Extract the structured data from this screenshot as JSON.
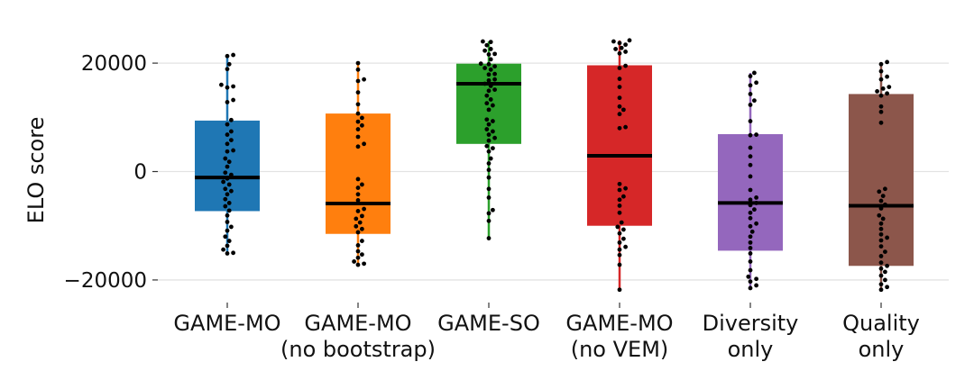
{
  "chart_data": {
    "type": "box",
    "title": "",
    "xlabel": "",
    "ylabel": "ELO score",
    "ylim": [
      -24000,
      25000
    ],
    "yticks": [
      -20000,
      0,
      20000
    ],
    "yticklabels": [
      "−20000",
      "0",
      "20000"
    ],
    "grid": "horizontal",
    "categories": [
      [
        "GAME-MO"
      ],
      [
        "GAME-MO",
        "(no bootstrap)"
      ],
      [
        "GAME-SO"
      ],
      [
        "GAME-MO",
        "(no VEM)"
      ],
      [
        "Diversity",
        "only"
      ],
      [
        "Quality",
        "only"
      ]
    ],
    "boxes": [
      {
        "color": "#1f77b4",
        "q1": -7300,
        "median": -1100,
        "q3": 9400,
        "whisker_low": -15000,
        "whisker_high": 21500
      },
      {
        "color": "#ff7f0e",
        "q1": -11500,
        "median": -5900,
        "q3": 10700,
        "whisker_low": -17200,
        "whisker_high": 20000
      },
      {
        "color": "#2ca02c",
        "q1": 5100,
        "median": 16200,
        "q3": 19900,
        "whisker_low": -12300,
        "whisker_high": 24000
      },
      {
        "color": "#d62728",
        "q1": -10000,
        "median": 2900,
        "q3": 19600,
        "whisker_low": -21800,
        "whisker_high": 24200
      },
      {
        "color": "#9467bd",
        "q1": -14600,
        "median": -5800,
        "q3": 6900,
        "whisker_low": -21500,
        "whisker_high": 18200
      },
      {
        "color": "#8c564b",
        "q1": -17400,
        "median": -6300,
        "q3": 14300,
        "whisker_low": -21800,
        "whisker_high": 20200
      }
    ],
    "points": [
      [
        21500,
        21300,
        19800,
        18900,
        16000,
        15700,
        15500,
        13200,
        12800,
        9500,
        8700,
        7400,
        6800,
        5800,
        5100,
        3900,
        3700,
        2400,
        1800,
        900,
        -200,
        -600,
        -1300,
        -1900,
        -2400,
        -3200,
        -3600,
        -4200,
        -5100,
        -5800,
        -6400,
        -7200,
        -8100,
        -9300,
        -10200,
        -10900,
        -12000,
        -12800,
        -13700,
        -14400,
        -15000,
        -15100
      ],
      [
        20000,
        18800,
        17000,
        16700,
        14600,
        12400,
        10700,
        9900,
        9200,
        8500,
        7800,
        6400,
        5100,
        4600,
        -1400,
        -2400,
        -3000,
        -4200,
        -5300,
        -6900,
        -7300,
        -8200,
        -8700,
        -9400,
        -10100,
        -10600,
        -11200,
        -12800,
        -13600,
        -14700,
        -15300,
        -15900,
        -16600,
        -17000,
        -17200
      ],
      [
        24000,
        23900,
        23300,
        22600,
        22300,
        21700,
        21600,
        20700,
        19900,
        19800,
        19400,
        19100,
        18800,
        18000,
        17900,
        17000,
        16800,
        16200,
        15800,
        15100,
        14900,
        14000,
        13300,
        12600,
        12200,
        11400,
        9600,
        9300,
        8700,
        7800,
        7400,
        6800,
        6200,
        5700,
        4700,
        4300,
        3700,
        2400,
        1500,
        300,
        -1100,
        -3200,
        -4800,
        -7100,
        -7700,
        -9100,
        -12300
      ],
      [
        24200,
        24000,
        23700,
        23400,
        22800,
        22600,
        22100,
        21800,
        19500,
        19100,
        17100,
        15600,
        13600,
        12000,
        11400,
        10600,
        8200,
        8000,
        -2300,
        -3100,
        -3400,
        -4600,
        -5200,
        -6300,
        -7600,
        -9400,
        -10200,
        -10700,
        -11400,
        -12400,
        -13100,
        -13900,
        -14400,
        -15400,
        -17200,
        -21800
      ],
      [
        18200,
        17600,
        16400,
        15900,
        14300,
        13100,
        12300,
        9300,
        6800,
        6700,
        4400,
        2800,
        1200,
        -900,
        -3400,
        -4800,
        -5200,
        -5800,
        -6200,
        -7000,
        -7600,
        -8600,
        -9600,
        -10100,
        -11100,
        -12000,
        -13100,
        -14100,
        -15100,
        -16600,
        -18200,
        -19400,
        -19800,
        -20300,
        -21000,
        -21500
      ],
      [
        20200,
        19800,
        18500,
        17500,
        17000,
        15600,
        15300,
        14800,
        14400,
        14000,
        12000,
        11000,
        9000,
        -3200,
        -3700,
        -4500,
        -5400,
        -6100,
        -6800,
        -8100,
        -8700,
        -9600,
        -10600,
        -11600,
        -12200,
        -12700,
        -13800,
        -14800,
        -15600,
        -16800,
        -17400,
        -17900,
        -18500,
        -19200,
        -20000,
        -20800,
        -21300,
        -21800
      ]
    ]
  }
}
